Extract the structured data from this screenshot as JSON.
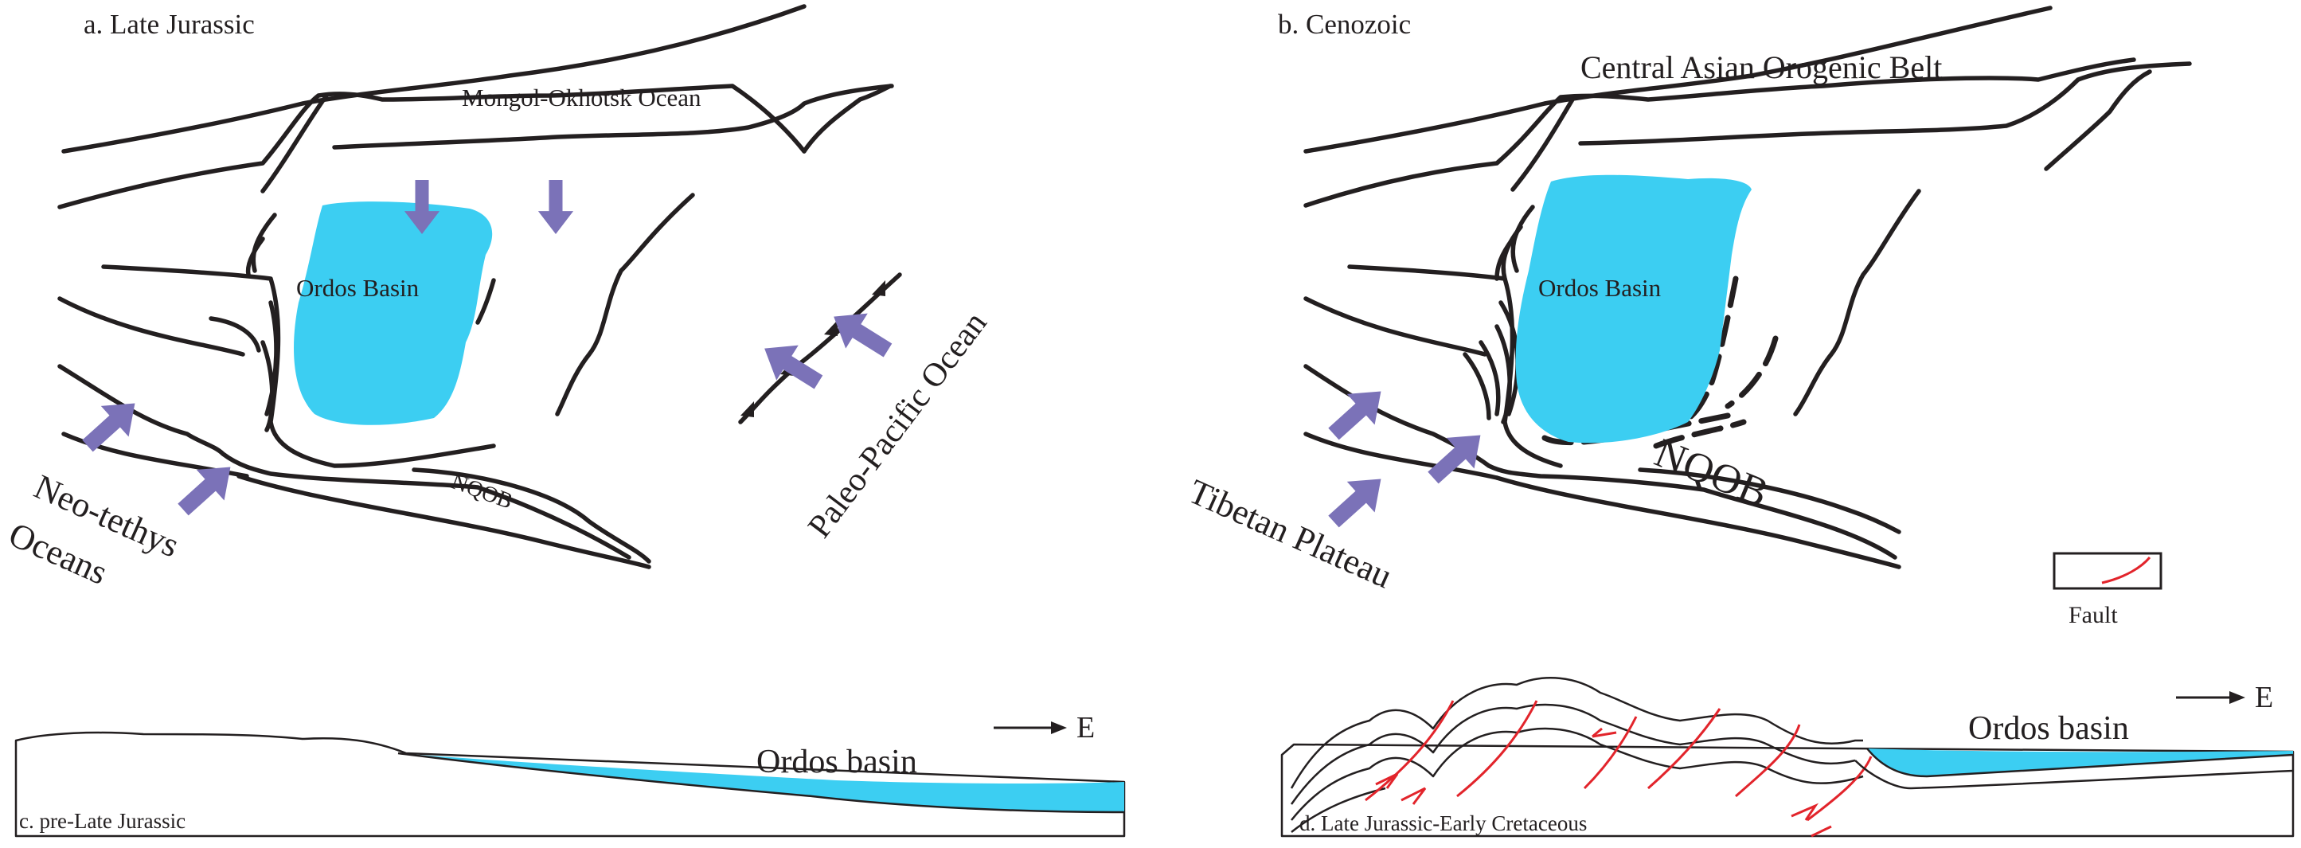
{
  "panels": {
    "a": {
      "title": "a. Late Jurassic",
      "labels": {
        "ocean_north": "Mongol-Okhotsk Ocean",
        "basin": "Ordos Basin",
        "ocean_east": "Paleo-Pacific Ocean",
        "ocean_sw_line1": "Neo-tethys",
        "ocean_sw_line2": "Oceans",
        "belt": "NQOB"
      }
    },
    "b": {
      "title": "b. Cenozoic",
      "labels": {
        "belt_north": "Central Asian Orogenic Belt",
        "basin": "Ordos Basin",
        "plateau": "Tibetan Plateau",
        "belt": "NQOB"
      },
      "legend": {
        "label": "Fault"
      }
    },
    "c": {
      "title": "c. pre-Late Jurassic",
      "basin_label": "Ordos basin",
      "direction": "E"
    },
    "d": {
      "title": "d. Late Jurassic-Early Cretaceous",
      "basin_label": "Ordos basin",
      "direction": "E"
    }
  },
  "colors": {
    "basin_fill": "#3ccef2",
    "stress_arrow": "#7b72b8",
    "fault": "#e2242b",
    "line": "#231f20"
  }
}
